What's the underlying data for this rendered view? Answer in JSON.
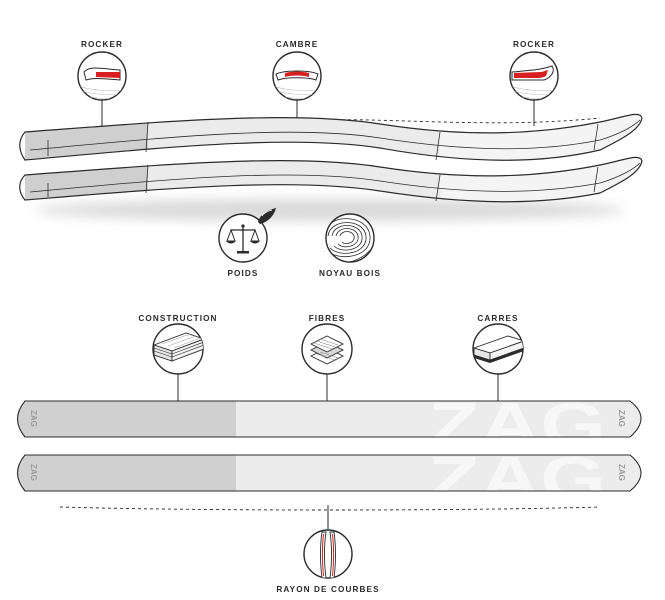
{
  "top_section": {
    "labels": {
      "rocker_tail": "ROCKER",
      "cambre": "CAMBRE",
      "rocker_tip": "ROCKER",
      "poids": "POIDS",
      "noyau_bois": "NOYAU BOIS"
    }
  },
  "bottom_section": {
    "labels": {
      "construction": "CONSTRUCTION",
      "fibres": "FIBRES",
      "carres": "CARRES",
      "rayon_de_courbes": "RAYON DE COURBES"
    },
    "brand": {
      "logo_text": "ZAG",
      "watermark": "ZAG"
    }
  },
  "colors": {
    "outline": "#2b2b2b",
    "accent_red": "#d82020",
    "ski_dark": "#cfcfcf",
    "ski_light": "#ededed"
  }
}
